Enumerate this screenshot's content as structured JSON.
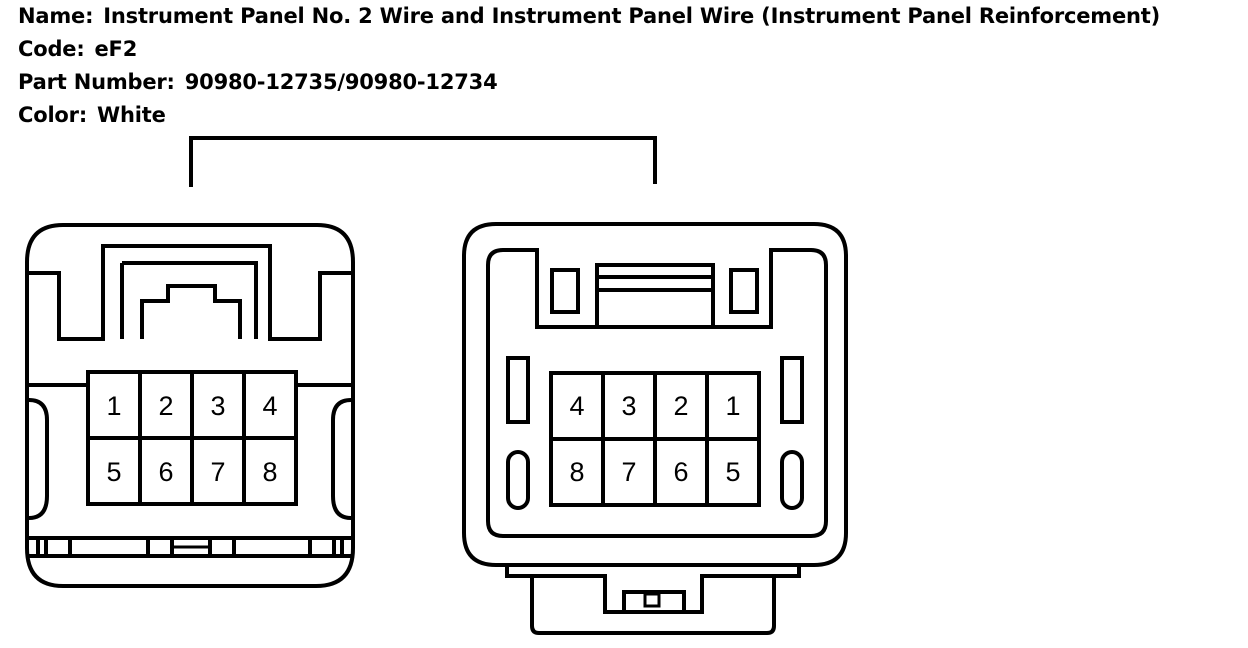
{
  "header": {
    "name_label": "Name:",
    "name_value": "Instrument Panel No.  2 Wire and Instrument Panel Wire (Instrument Panel Reinforcement)",
    "code_label": "Code:",
    "code_value": "eF2",
    "part_label": "Part Number:",
    "part_value": "90980-12735/90980-12734",
    "color_label": "Color:",
    "color_value": "White"
  },
  "connectors": {
    "left": {
      "pins_top": [
        "1",
        "2",
        "3",
        "4"
      ],
      "pins_bottom": [
        "5",
        "6",
        "7",
        "8"
      ]
    },
    "right": {
      "pins_top": [
        "4",
        "3",
        "2",
        "1"
      ],
      "pins_bottom": [
        "8",
        "7",
        "6",
        "5"
      ]
    }
  }
}
